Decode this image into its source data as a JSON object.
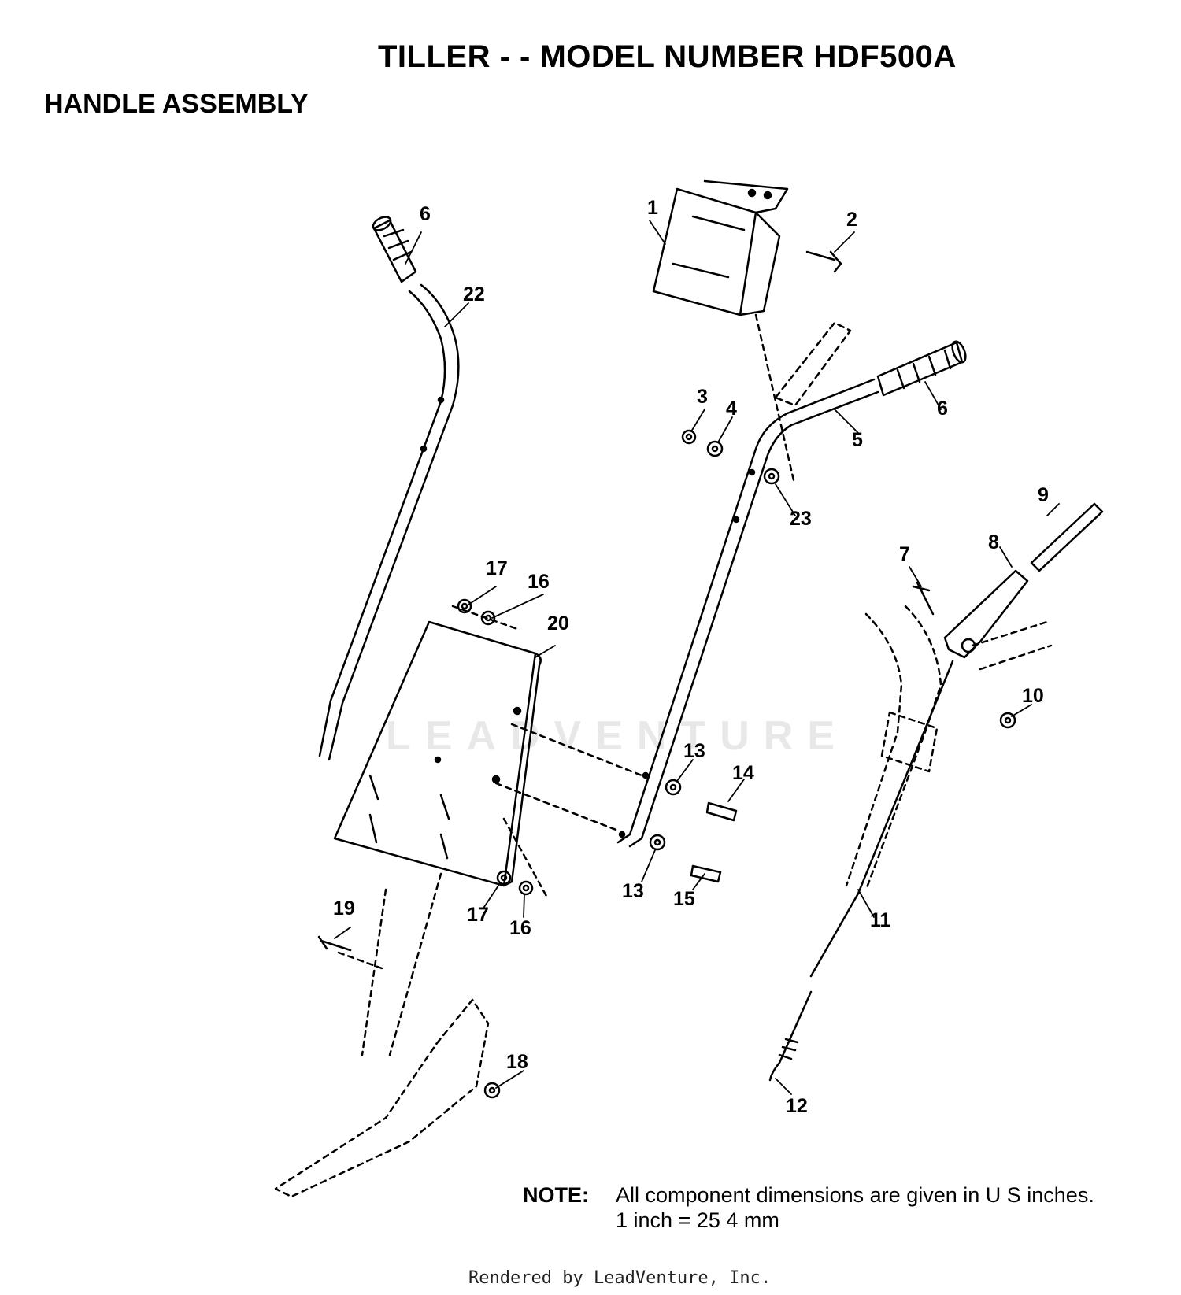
{
  "header": {
    "title": "TILLER - - MODEL NUMBER HDF500A",
    "subtitle": "HANDLE ASSEMBLY"
  },
  "callouts": [
    "1",
    "2",
    "3",
    "4",
    "5",
    "6",
    "6",
    "7",
    "8",
    "9",
    "10",
    "11",
    "12",
    "13",
    "13",
    "14",
    "15",
    "16",
    "16",
    "17",
    "17",
    "18",
    "19",
    "20",
    "22",
    "23"
  ],
  "note": {
    "label": "NOTE:",
    "line1": "All component dimensions are given in U S  inches.",
    "line2": "1 inch = 25 4 mm"
  },
  "watermark": "LEADVENTURE",
  "footer": "Rendered by LeadVenture, Inc."
}
